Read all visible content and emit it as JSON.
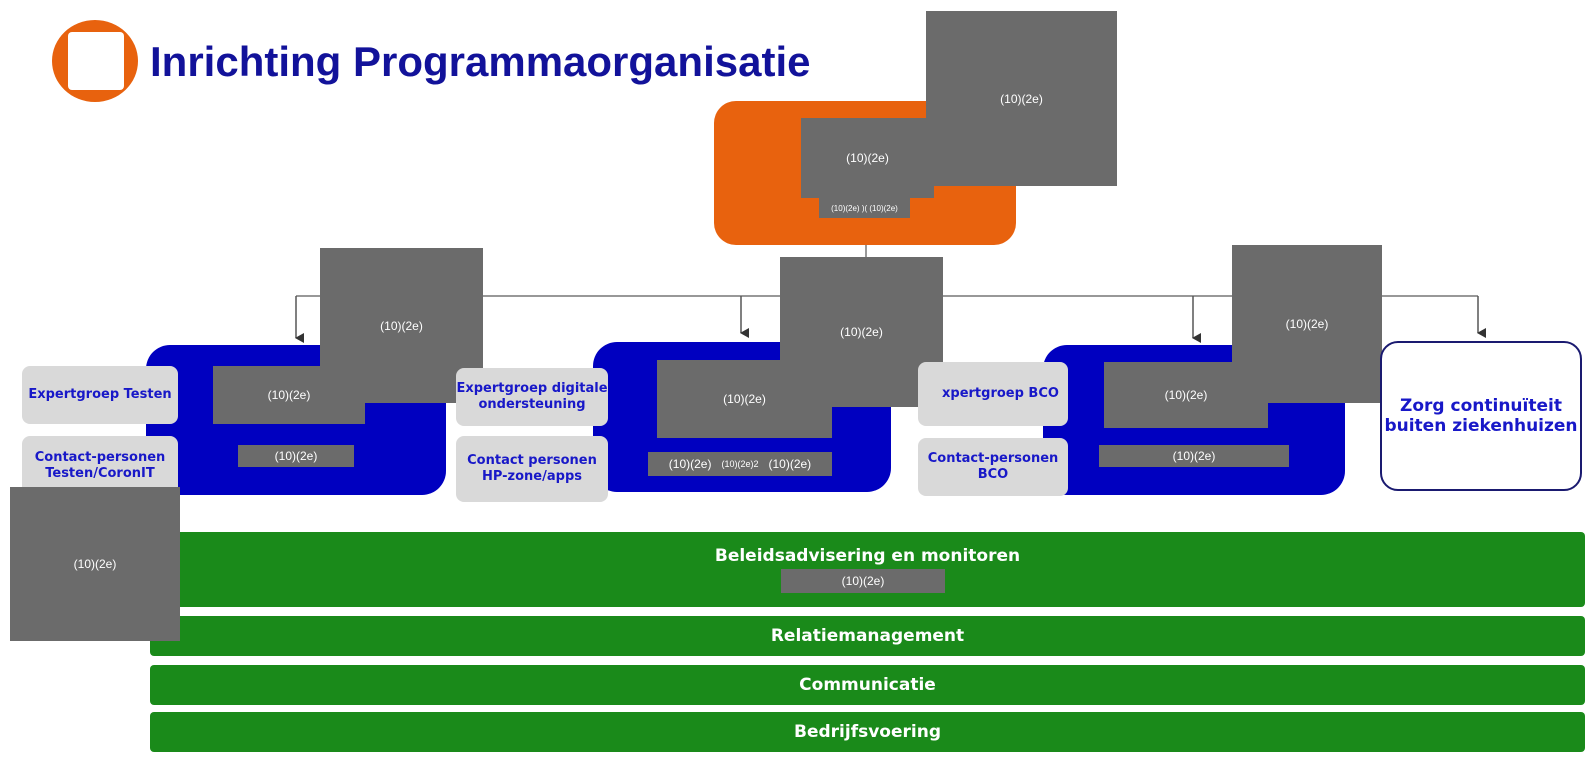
{
  "title": "Inrichting Programmaorganisatie",
  "redacted_label": "(10)(2e)",
  "top_redactions": {
    "small_left": "(10)(2e) )(",
    "small_right": "(10)(2e)"
  },
  "columns": {
    "testen": {
      "expert_label": "Expertgroep Testen",
      "contact_label": "Contact-personen Testen/CoronIT"
    },
    "digitaal": {
      "expert_label": "Expertgroep digitale ondersteuning",
      "contact_label": "Contact personen HP-zone/apps",
      "strip_left": "(10)(2e)",
      "strip_mid": "(10)(2e)2",
      "strip_right": "(10)(2e)"
    },
    "bco": {
      "expert_label": "xpertgroep BCO",
      "contact_label": "Contact-personen BCO"
    }
  },
  "zorg_label": "Zorg continuïteit buiten ziekenhuizen",
  "bars": {
    "beleid": "Beleidsadvisering en monitoren",
    "relatie": "Relatiemanagement",
    "communicatie": "Communicatie",
    "bedrijf": "Bedrijfsvoering"
  },
  "colors": {
    "orange": "#e8620e",
    "blue": "#0000c0",
    "green": "#1a8a1a",
    "redaction": "#6b6b6b",
    "title": "#12129a"
  }
}
